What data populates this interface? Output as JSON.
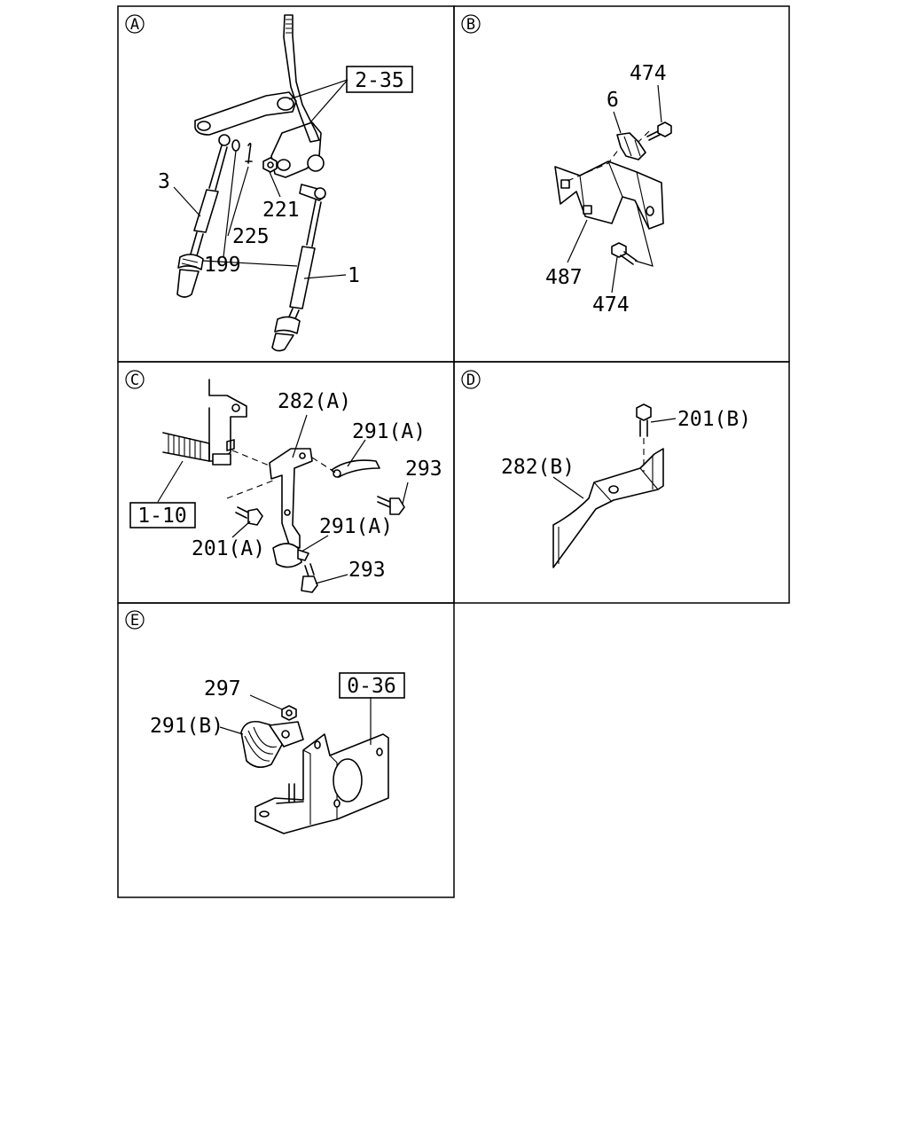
{
  "panels": [
    {
      "id": "A",
      "labels": [
        "2-35",
        "3",
        "225",
        "221",
        "199",
        "1"
      ]
    },
    {
      "id": "B",
      "labels": [
        "474",
        "6",
        "487",
        "474"
      ]
    },
    {
      "id": "C",
      "labels": [
        "282(A)",
        "291(A)",
        "293",
        "1-10",
        "201(A)",
        "291(A)",
        "293"
      ]
    },
    {
      "id": "D",
      "labels": [
        "201(B)",
        "282(B)"
      ]
    },
    {
      "id": "E",
      "labels": [
        "297",
        "0-36",
        "291(B)"
      ]
    }
  ]
}
